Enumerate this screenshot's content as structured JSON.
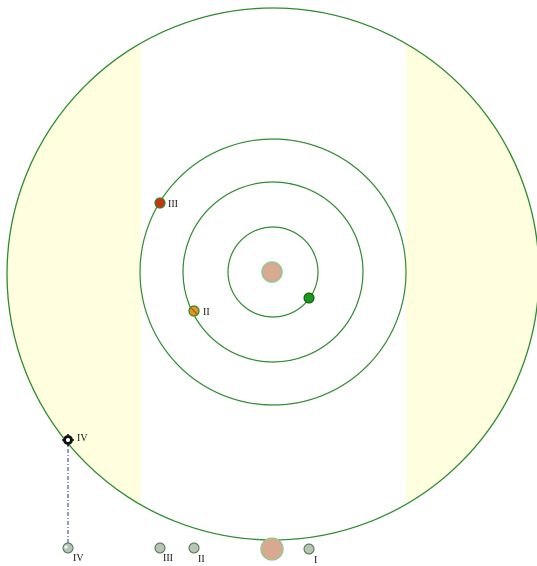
{
  "colors": {
    "background": "#ffffff",
    "outer_band_fill": "#ffffe0",
    "orbit_stroke": "#2e8b2e",
    "planet_body": "#d9a890",
    "moon_gray": "#b9c3b7",
    "moon_outline": "#4f7a4f",
    "moon_I_marker": "#1a9a1a",
    "moon_II_marker": "#e09a20",
    "moon_III_marker": "#d03010",
    "moon_IV_marker": "#111111",
    "projection_line": "#223399"
  },
  "diagram": {
    "moons": [
      {
        "id": "I",
        "label": "",
        "icon": "moon-dot"
      },
      {
        "id": "II",
        "label": "II",
        "icon": "moon-dot"
      },
      {
        "id": "III",
        "label": "III",
        "icon": "moon-dot"
      },
      {
        "id": "IV",
        "label": "IV",
        "icon": "moon-cross"
      }
    ],
    "projection_row": {
      "labels": {
        "IV": "IV",
        "III": "III",
        "II": "II",
        "I": "I"
      }
    }
  }
}
